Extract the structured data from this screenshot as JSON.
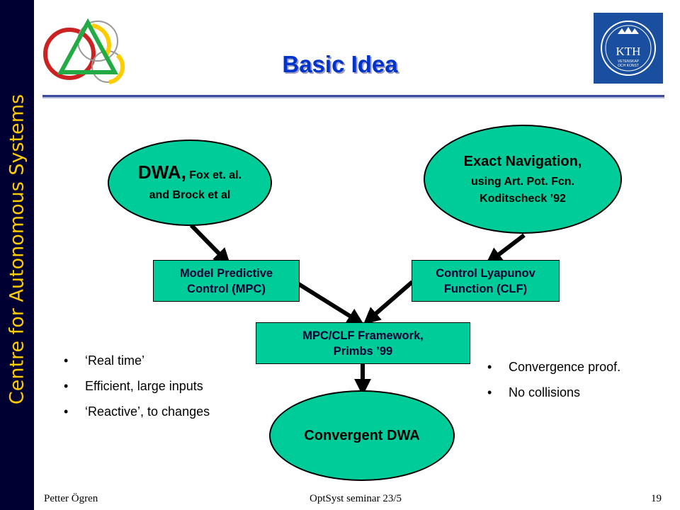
{
  "sidebar": {
    "text": "Centre for Autonomous Systems"
  },
  "slide": {
    "title": "Basic Idea"
  },
  "logos": {
    "kth_top": "KTH",
    "kth_bottom1": "VETENSKAP",
    "kth_bottom2": "OCH KONST"
  },
  "nodes": {
    "dwa": {
      "line1_big": "DWA,",
      "line1_small": "Fox et. al.",
      "line2": "and Brock et al"
    },
    "exact_nav": {
      "line1_big": "Exact Navigation",
      "line1_tail": ",",
      "line2": "using Art. Pot. Fcn.",
      "line3": "Koditscheck ’92"
    },
    "mpc": {
      "line1": "Model Predictive",
      "line2": "Control (MPC)"
    },
    "clf": {
      "line1": "Control Lyapunov",
      "line2": "Function (CLF)"
    },
    "framework": {
      "line1": "MPC/CLF Framework,",
      "line2": "Primbs ’99"
    },
    "convergent": {
      "label": "Convergent DWA"
    }
  },
  "left_bullets": [
    "‘Real time’",
    "Efficient, large inputs",
    "‘Reactive’, to changes"
  ],
  "right_bullets": [
    "Convergence proof.",
    "No collisions"
  ],
  "footer": {
    "author": "Petter Ögren",
    "event": "OptSyst seminar 23/5",
    "page": "19"
  },
  "colors": {
    "node_fill": "#00cc99",
    "title": "#0033cc",
    "sidebar_bg": "#000033",
    "sidebar_text": "#ffcc00"
  }
}
